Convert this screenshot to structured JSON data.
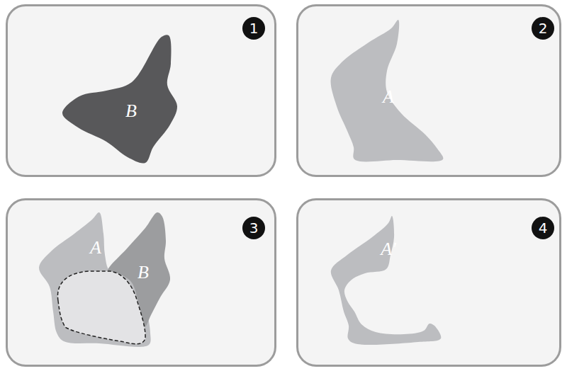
{
  "diagram": {
    "nodes": [
      {
        "text": [
          "1"
        ]
      },
      {
        "text": [
          "B"
        ],
        "in": 0
      },
      {
        "text": [
          "2"
        ]
      },
      {
        "text": [
          "A"
        ],
        "in": 2
      },
      {
        "text": [
          "3"
        ]
      },
      {
        "text": [
          "A"
        ],
        "in": 4
      },
      {
        "text": [
          "B"
        ],
        "in": 4
      },
      {
        "text": [
          "4"
        ]
      },
      {
        "text": [
          "A'"
        ],
        "in": 7
      }
    ]
  }
}
